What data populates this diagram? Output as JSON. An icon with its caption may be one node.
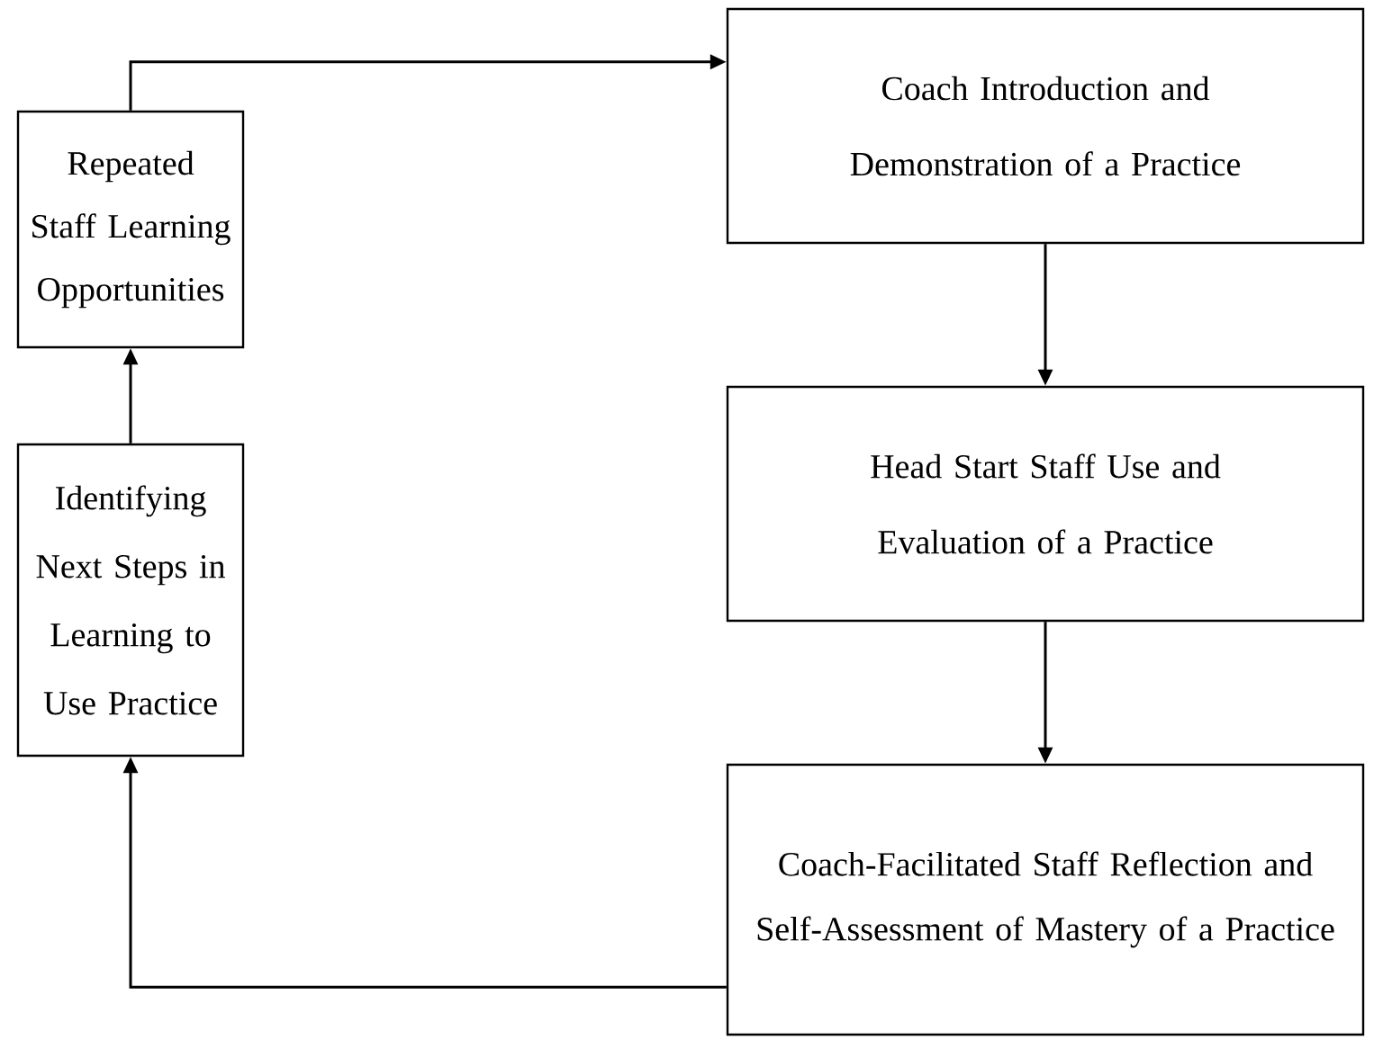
{
  "diagram": {
    "nodes": [
      {
        "text": [
          "Repeated Staff Learning Opportunities"
        ]
      },
      {
        "text": [
          "Coach Introduction and Demonstration of a Practice"
        ]
      },
      {
        "text": [
          "Head Start Staff Use and Evaluation of a Practice"
        ]
      },
      {
        "text": [
          "Coach-Facilitated Staff Reflection and Self-Assessment of Mastery of a Practice"
        ]
      },
      {
        "text": [
          "Identifying Next Steps in Learning to Use Practice"
        ]
      }
    ],
    "edges": [
      {
        "from": 0,
        "to": 1,
        "arrow": "to"
      },
      {
        "from": 1,
        "to": 2,
        "arrow": "to"
      },
      {
        "from": 2,
        "to": 3,
        "arrow": "to"
      },
      {
        "from": 3,
        "to": 4,
        "arrow": "to"
      },
      {
        "from": 4,
        "to": 0,
        "arrow": "to"
      }
    ]
  }
}
